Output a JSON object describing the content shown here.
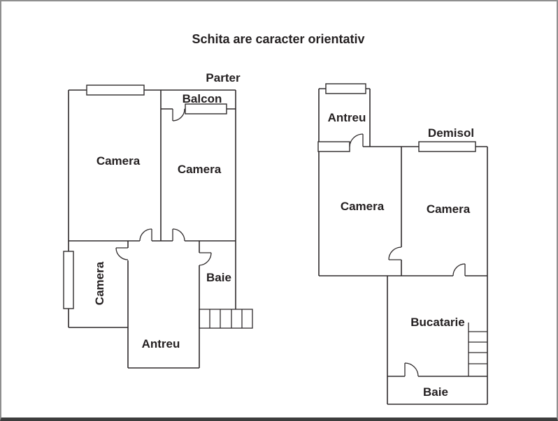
{
  "title": "Schita are caracter orientativ",
  "plans": {
    "parter": {
      "name": "Parter",
      "rooms": {
        "camera_top_left": "Camera",
        "camera_top_right": "Camera",
        "balcon": "Balcon",
        "camera_bottom_left": "Camera",
        "antreu": "Antreu",
        "baie": "Baie"
      }
    },
    "demisol": {
      "name": "Demisol",
      "rooms": {
        "antreu": "Antreu",
        "camera_left": "Camera",
        "camera_right": "Camera",
        "bucatarie": "Bucatarie",
        "baie": "Baie"
      }
    }
  },
  "colors": {
    "wall": "#2e2a2b",
    "text": "#231f20",
    "background": "#ffffff",
    "frame": "#8f8f8f",
    "frame_bottom": "#3d3d3d"
  }
}
